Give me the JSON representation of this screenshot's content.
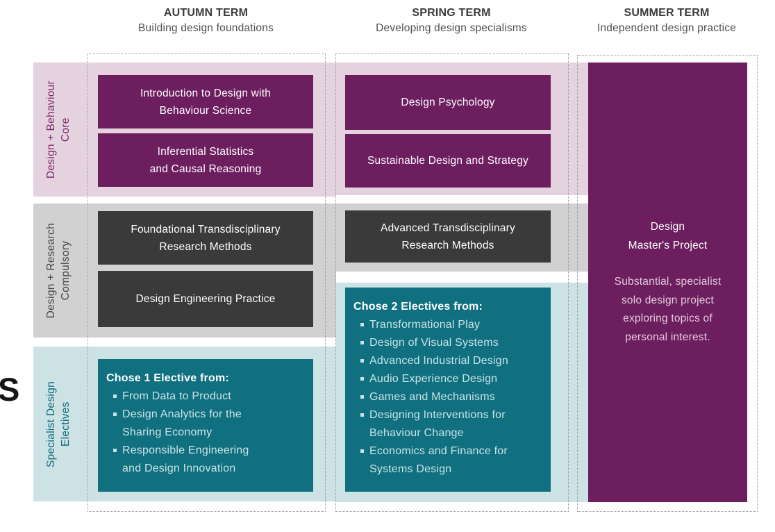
{
  "stray_letter": "S",
  "colors": {
    "core_purple": "#6c1e5e",
    "core_band_pink": "#e4d2df",
    "research_dark_gray": "#3b3a3a",
    "research_band_gray": "#d2d1d1",
    "electives_teal": "#107080",
    "electives_band_teal": "#cde2e5",
    "elective_item_text": "#c9e3e6",
    "dotted_border": "#979797"
  },
  "headers": {
    "autumn": {
      "title": "AUTUMN TERM",
      "subtitle": "Building design foundations"
    },
    "spring": {
      "title": "SPRING TERM",
      "subtitle": "Developing design specialisms"
    },
    "summer": {
      "title": "SUMMER TERM",
      "subtitle": "Independent design practice"
    }
  },
  "row_labels": {
    "core": {
      "line1": "Design + Behaviour",
      "line2": "Core"
    },
    "research": {
      "line1": "Design + Research",
      "line2": "Compulsory"
    },
    "electives": {
      "line1": "Specialist Design",
      "line2": "Electives"
    }
  },
  "autumn": {
    "core1": {
      "line1": "Introduction to Design with",
      "line2": "Behaviour Science"
    },
    "core2": {
      "line1": "Inferential Statistics",
      "line2": "and Causal Reasoning"
    },
    "research1": {
      "line1": "Foundational Transdisciplinary",
      "line2": "Research Methods"
    },
    "research2": {
      "line1": "Design Engineering Practice"
    },
    "electives": {
      "heading": "Chose 1 Elective from:",
      "items": [
        {
          "line1": "From Data to Product"
        },
        {
          "line1": "Design Analytics for the",
          "line2": "Sharing Economy"
        },
        {
          "line1": "Responsible Engineering",
          "line2": "and Design Innovation"
        }
      ]
    }
  },
  "spring": {
    "core1": {
      "line1": "Design Psychology"
    },
    "core2": {
      "line1": "Sustainable Design and Strategy"
    },
    "research1": {
      "line1": "Advanced Transdisciplinary",
      "line2": "Research Methods"
    },
    "electives": {
      "heading": "Chose 2 Electives from:",
      "items": [
        {
          "line1": "Transformational Play"
        },
        {
          "line1": "Design of Visual Systems"
        },
        {
          "line1": "Advanced Industrial Design"
        },
        {
          "line1": "Audio Experience Design"
        },
        {
          "line1": "Games and Mechanisms"
        },
        {
          "line1": "Designing Interventions for",
          "line2": "Behaviour Change"
        },
        {
          "line1": "Economics and Finance for",
          "line2": "Systems Design"
        }
      ]
    }
  },
  "summer": {
    "project": {
      "title_line1": "Design",
      "title_line2": "Master's Project",
      "desc_line1": "Substantial, specialist",
      "desc_line2": "solo design project",
      "desc_line3": "exploring topics of",
      "desc_line4": "personal interest."
    }
  }
}
